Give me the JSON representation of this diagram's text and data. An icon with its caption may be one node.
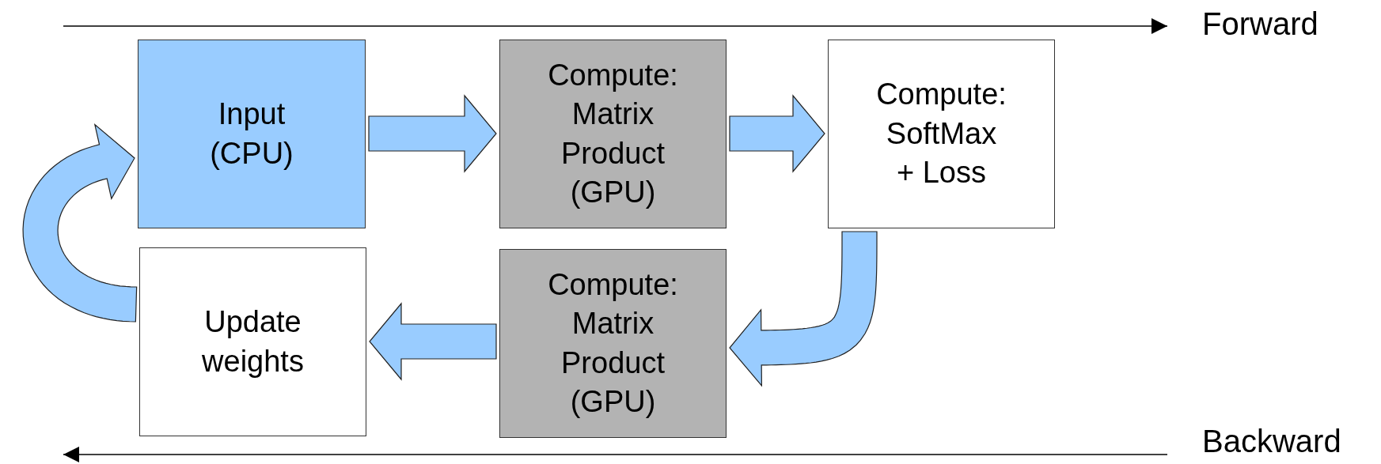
{
  "diagram": {
    "nodes": [
      {
        "text": [
          "Input (CPU)"
        ]
      },
      {
        "text": [
          "Compute: Matrix Product (GPU)"
        ]
      },
      {
        "text": [
          "Compute: SoftMax + Loss"
        ]
      },
      {
        "text": [
          "Update weights"
        ]
      },
      {
        "text": [
          "Compute: Matrix Product (GPU)"
        ]
      }
    ],
    "edges": [
      {
        "from": 0,
        "to": 1,
        "arrow": "to"
      },
      {
        "from": 1,
        "to": 2,
        "arrow": "to"
      },
      {
        "from": 2,
        "to": 4,
        "arrow": "to"
      },
      {
        "from": 4,
        "to": 3,
        "arrow": "to"
      },
      {
        "from": 3,
        "to": 0,
        "arrow": "to"
      }
    ],
    "labels": [
      "Forward",
      "Backward"
    ]
  }
}
